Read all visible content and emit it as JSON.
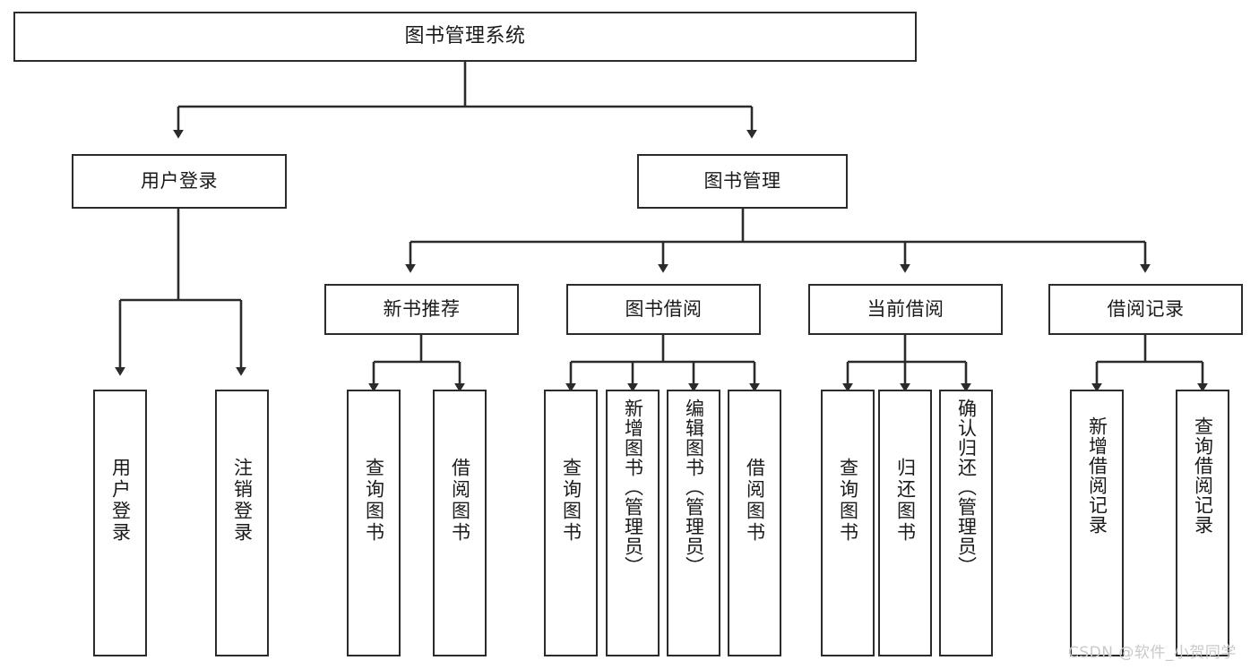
{
  "diagram": {
    "type": "tree-hierarchy-chart",
    "title": "图书管理系统",
    "colors": {
      "box_border": "#2b2b2b",
      "box_fill": "#ffffff",
      "edge": "#2b2b2b",
      "text": "#1a1a1a",
      "background": "#ffffff",
      "watermark": "#c9c9c9"
    },
    "root": {
      "label": "图书管理系统"
    },
    "level2": [
      {
        "label": "用户登录"
      },
      {
        "label": "图书管理"
      }
    ],
    "level3": [
      {
        "label": "新书推荐"
      },
      {
        "label": "图书借阅"
      },
      {
        "label": "当前借阅"
      },
      {
        "label": "借阅记录"
      }
    ],
    "leaves": {
      "user_login": [
        {
          "label": "用户登录"
        },
        {
          "label": "注销登录"
        }
      ],
      "new_book_recommend": [
        {
          "label": "查询图书"
        },
        {
          "label": "借阅图书"
        }
      ],
      "book_borrow": [
        {
          "label": "查询图书"
        },
        {
          "label": "新增图书（管理员）"
        },
        {
          "label": "编辑图书（管理员）"
        },
        {
          "label": "借阅图书"
        }
      ],
      "current_borrow": [
        {
          "label": "查询图书"
        },
        {
          "label": "归还图书"
        },
        {
          "label": "确认归还（管理员）"
        }
      ],
      "borrow_record": [
        {
          "label": "新增借阅记录"
        },
        {
          "label": "查询借阅记录"
        }
      ]
    }
  },
  "watermark": {
    "text": "CSDN @软件_小贺同学"
  }
}
